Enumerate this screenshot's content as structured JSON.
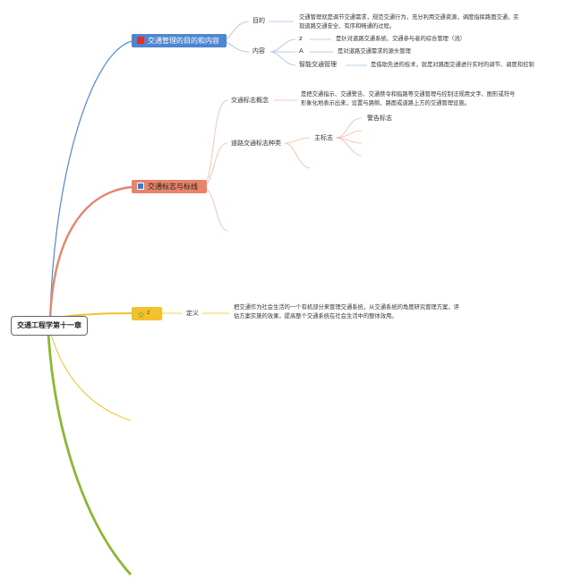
{
  "colors": {
    "blue_branch": "#4f86d1",
    "orange_branch": "#e9846a",
    "yellow_branch": "#f2c12b",
    "green_branch": "#8bb832",
    "blue_link": "#9fbde6",
    "orange_link": "#f4b8a6",
    "red_icon": "#e0302a"
  },
  "icons": {
    "b1": "red-square-icon",
    "b2": "blue-square-icon",
    "b3": "star-icon"
  },
  "root": {
    "label": "交通工程学第十一章"
  },
  "branch1": {
    "label": "交通管理的目的和内容",
    "mudi": {
      "label": "目的",
      "text": "交通管理就是调节交通需求，规范交通行为，充分利用交通资源，调度指挥路面交通，实现道路交通安全、有序和畅通的过程。"
    },
    "neirong": {
      "label": "内容",
      "items": [
        {
          "label": "z",
          "text": "是针对道路交通系统、交通参与者的综合管理（流）"
        },
        {
          "label": "A",
          "text": "是对道路交通需求的源头管理"
        },
        {
          "label": "智能交通管理",
          "text": "是借助先进的技术，就是对路面交通进行实时的调节、调度和控制"
        }
      ]
    }
  },
  "branch2": {
    "label": "交通标志与标线",
    "concept": {
      "label": "交通标志概念",
      "text": "是把交通指示、交通警告、交通禁令和指路等交通管理与控制法规用文字、图形或符号形象化地表示出来，设置与路侧、路面或道路上方的交通管理设施。"
    },
    "types": {
      "label": "道路交通标志种类",
      "main": {
        "label": "主标志",
        "children": [
          "警告标志"
        ]
      }
    }
  },
  "branch3": {
    "label": "",
    "badge": "2",
    "definition": {
      "label": "定义",
      "text": "把交通作为社会生活的一个有机部分来管理交通系统，从交通系统的角度研究管理方案，评估方案实施的效果，提高整个交通系统在社会生活中的整体效用。"
    }
  }
}
